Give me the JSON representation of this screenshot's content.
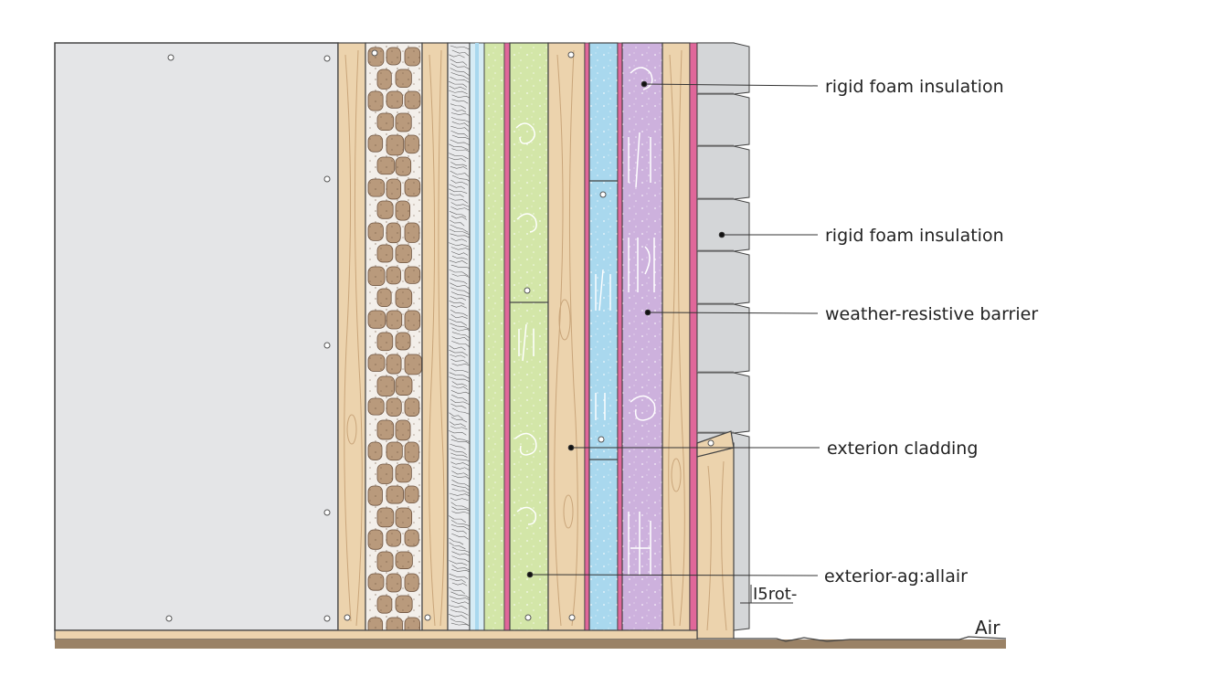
{
  "colors": {
    "drywall": "#e4e5e7",
    "wood": "#ecd3ad",
    "wood_grain": "#c9a57a",
    "stone_fill": "#b99a7c",
    "stone_mortar": "#f3efea",
    "gravel": "#e9eaec",
    "sheathing_blue": "#bfe0ee",
    "green_insulation": "#d3e6a8",
    "pink_membrane": "#e0679a",
    "blue_foam": "#a9d8ee",
    "purple_foam": "#cdb1dd",
    "siding": "#d4d6d8",
    "ground": "#9a8266",
    "outline": "#444444"
  },
  "labels": {
    "callout_1": "rigid foam insulation",
    "callout_2": "rigid foam insulation",
    "callout_3": "weather-resistive barrier",
    "callout_4": "exterion cladding",
    "callout_5": "exterior-ag:allair",
    "dimension": "I5rot-",
    "air": "Air"
  }
}
